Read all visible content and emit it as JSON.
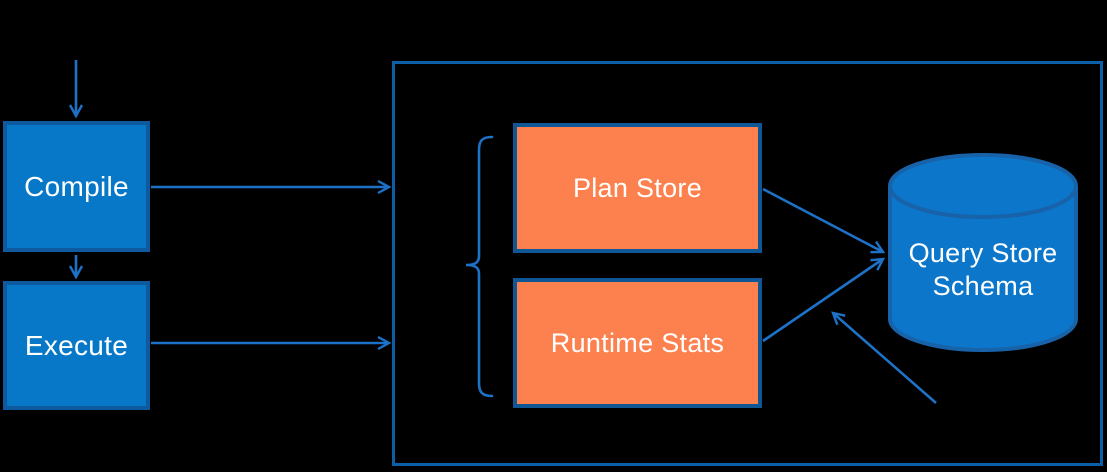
{
  "colors": {
    "background": "#000000",
    "box-fill": "#0777C8",
    "box-border": "#0F5A9E",
    "orange-fill": "#FC814E",
    "orange-border": "#0F5695",
    "container-border": "#0B5FA6",
    "arrow": "#1D72C8",
    "cylinder-fill": "#0C77CA",
    "cylinder-border": "#1762A8",
    "text": "#FFFFFF"
  },
  "diagram": {
    "compile": {
      "label": "Compile"
    },
    "execute": {
      "label": "Execute"
    },
    "plan_store": {
      "label": "Plan Store"
    },
    "runtime_stats": {
      "label": "Runtime Stats"
    },
    "query_store_schema": {
      "label": "Query Store Schema",
      "line1": "Query Store",
      "line2": "Schema"
    }
  }
}
